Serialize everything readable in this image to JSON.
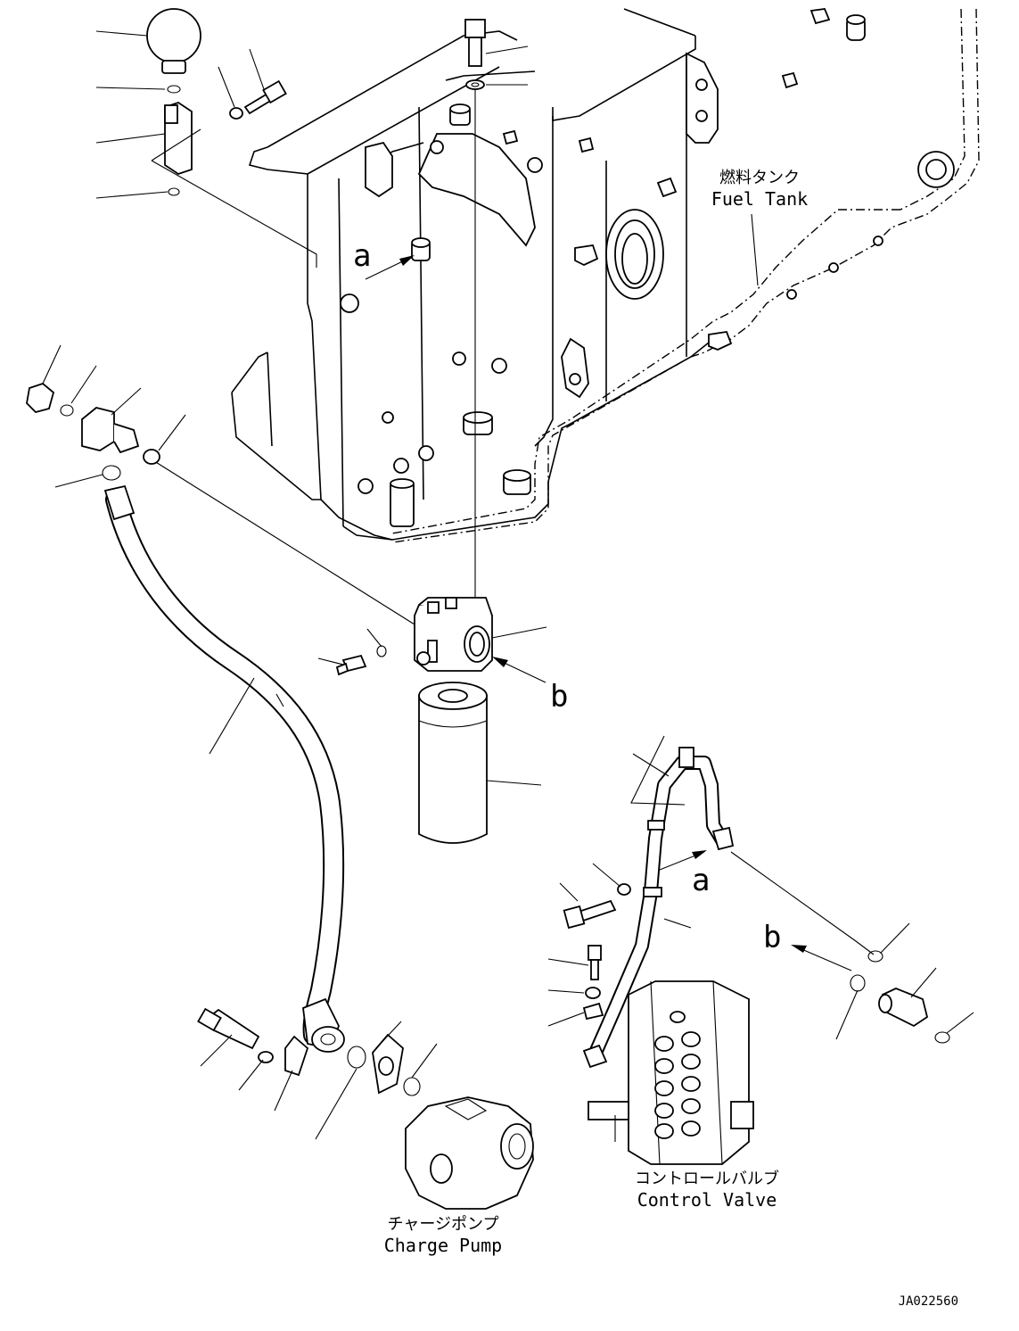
{
  "diagram": {
    "fuel_tank_jp": "燃料タンク",
    "fuel_tank_en": "Fuel Tank",
    "charge_pump_jp": "チャージポンプ",
    "charge_pump_en": "Charge Pump",
    "control_valve_jp": "コントロールバルブ",
    "control_valve_en": "Control Valve",
    "ref_a1": "a",
    "ref_b1": "b",
    "ref_a2": "a",
    "ref_b2": "b",
    "drawing_no": "JA022560"
  }
}
